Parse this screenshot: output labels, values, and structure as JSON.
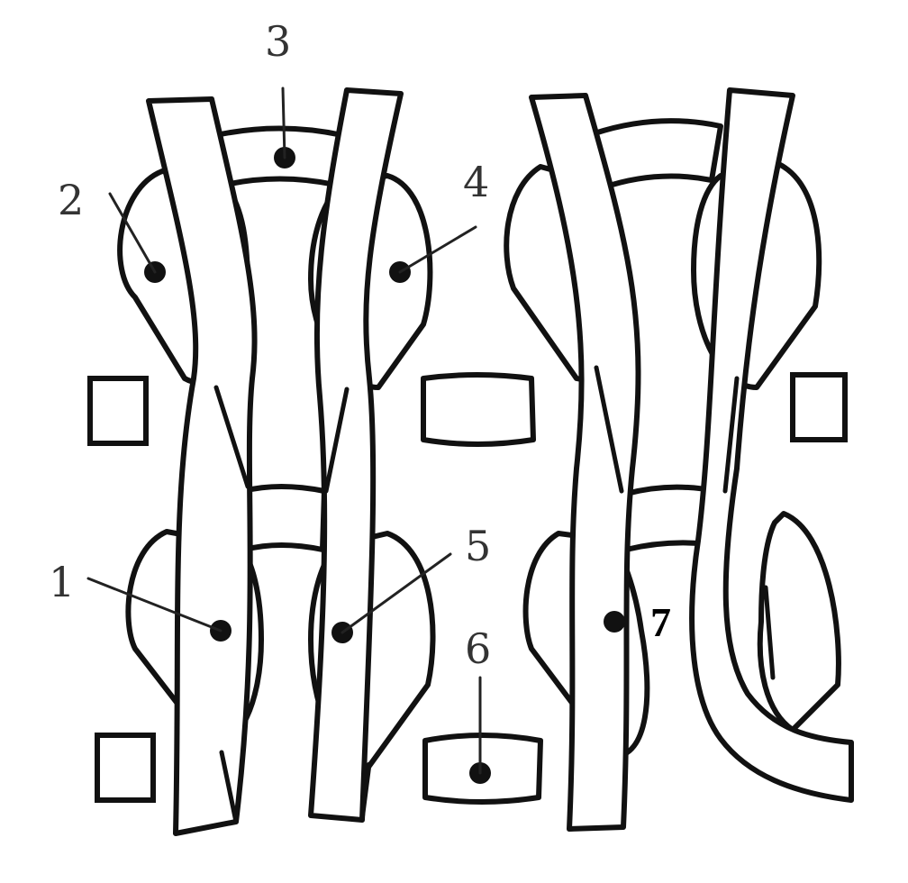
{
  "labels": {
    "l1": "1",
    "l2": "2",
    "l3": "3",
    "l4": "4",
    "l5": "5",
    "l6": "6",
    "l7": "7"
  },
  "colors": {
    "stroke": "#111111",
    "fill": "#ffffff"
  }
}
